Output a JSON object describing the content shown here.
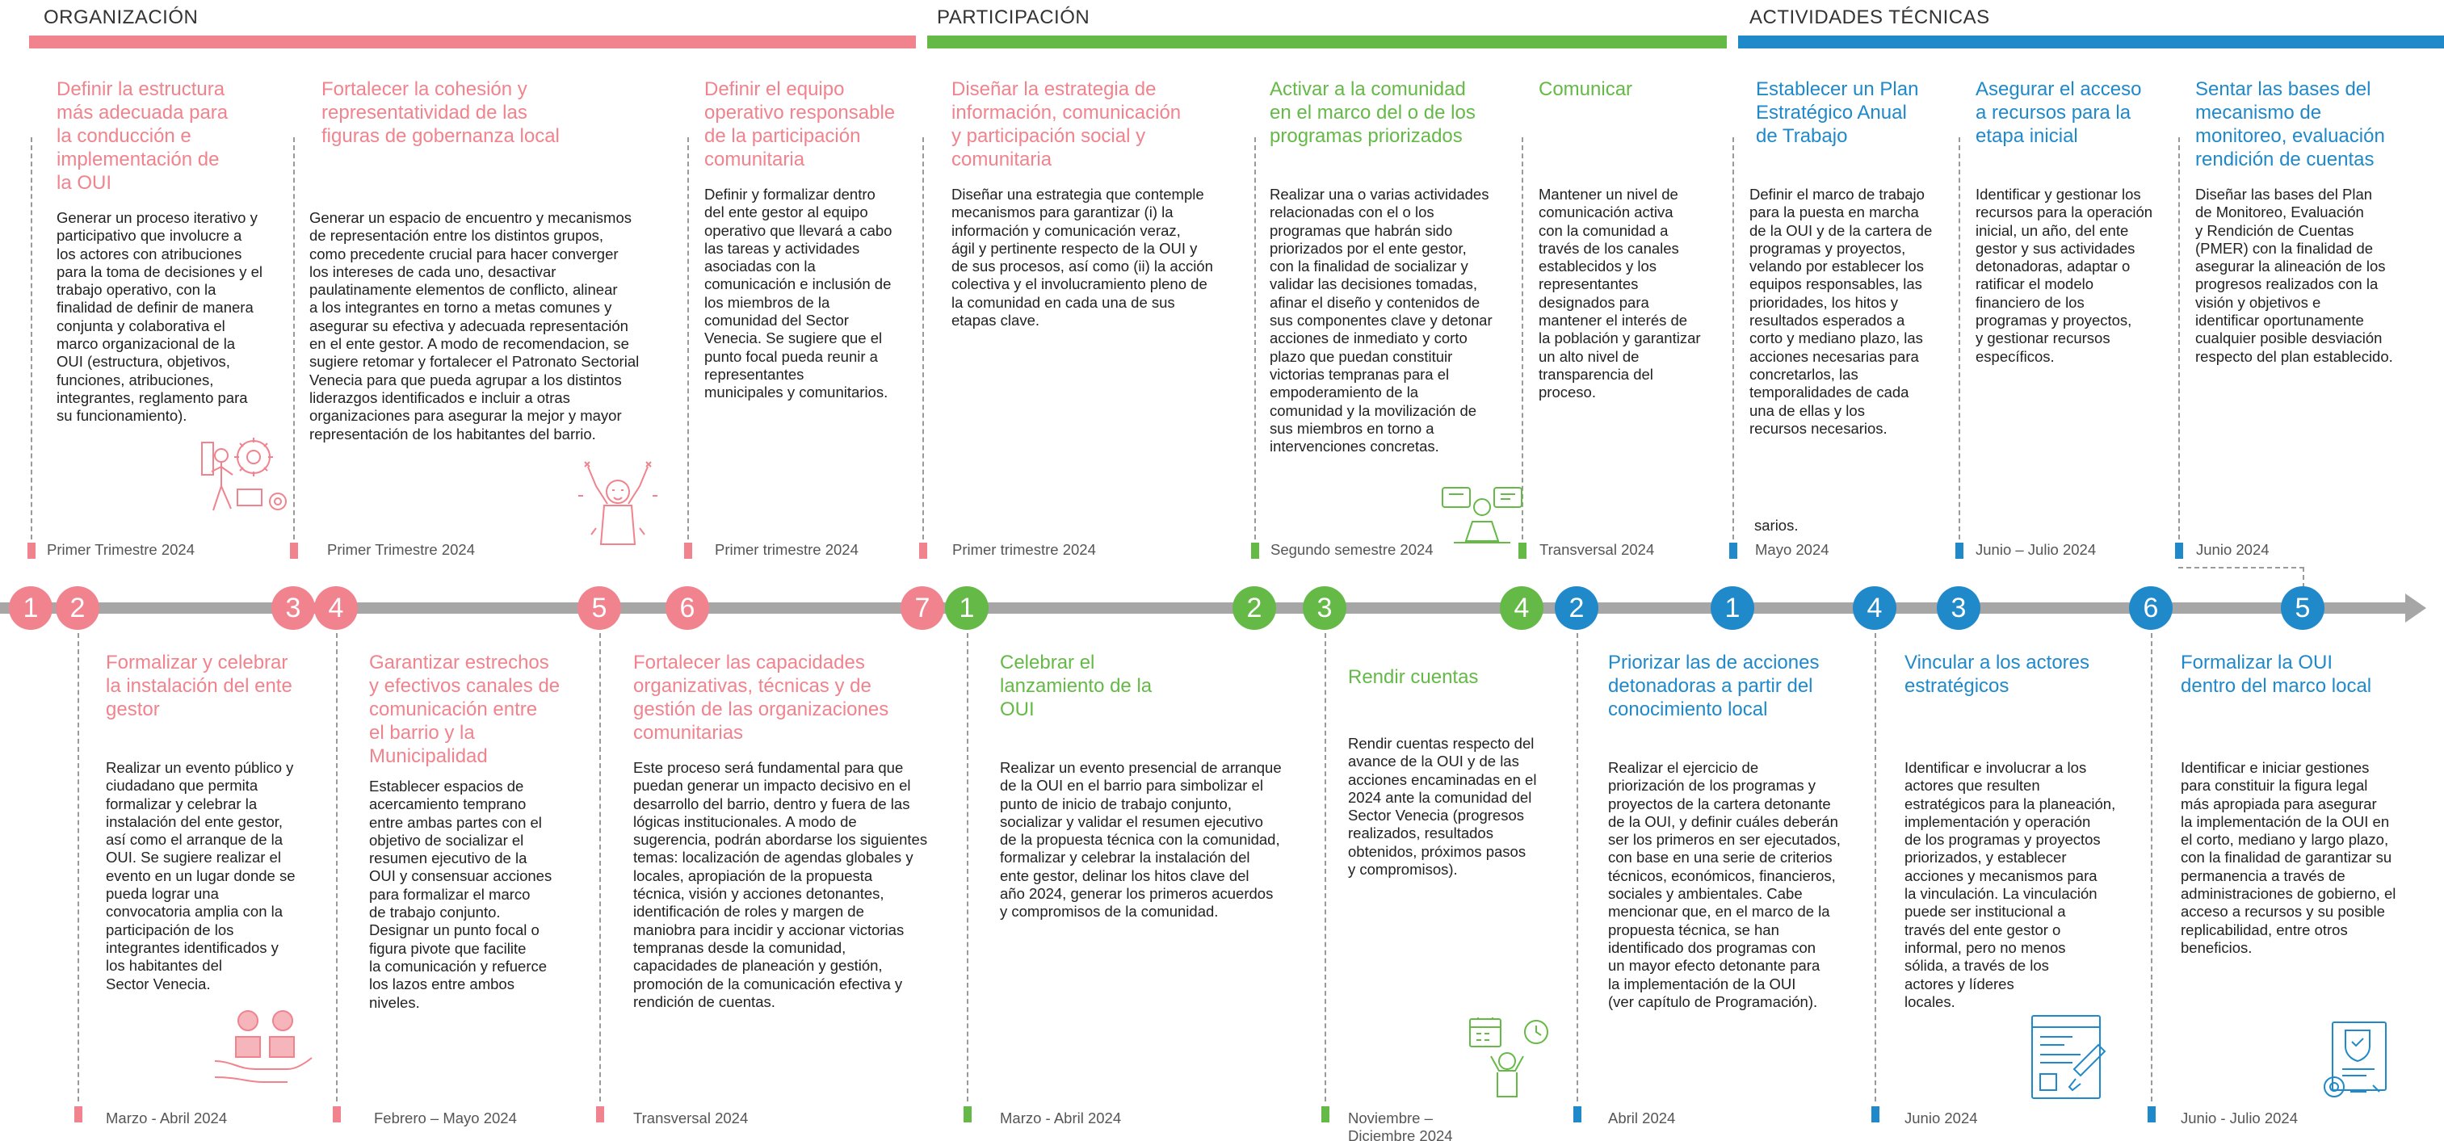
{
  "sections": [
    {
      "title": "ORGANIZACIÓN",
      "color": "#f0838d"
    },
    {
      "title": "PARTICIPACIÓN",
      "color": "#65b947"
    },
    {
      "title": "ACTIVIDADES TÉCNICAS",
      "color": "#2089c9"
    }
  ],
  "top": [
    {
      "number": "1",
      "title": "Definir la estructura\nmás adecuada para\nla conducción e\nimplementación de\nla OUI",
      "desc": "Generar un proceso iterativo y\nparticipativo que involucre a\nlos actores con atribuciones\npara la toma de decisiones y el\ntrabajo operativo, con la\nfinalidad de definir de manera\nconjunta y colaborativa el\nmarco organizacional de la\nOUI (estructura, objetivos,\nfunciones, atribuciones,\nintegrantes, reglamento para\nsu funcionamiento).",
      "date": "Primer Trimestre 2024"
    },
    {
      "number": "3",
      "title": "Fortalecer la cohesión y\nrepresentatividad de las\nfiguras de gobernanza local",
      "desc": "Generar un espacio de encuentro y mecanismos\nde representación entre los distintos grupos,\ncomo precedente crucial para hacer converger\nlos intereses de cada uno, desactivar\npaulatinamente elementos de conflicto, alinear\na los integrantes en torno a metas comunes y\nasegurar su efectiva y adecuada representación\nen el ente gestor. A modo de recomendacion, se\nsugiere retomar y fortalecer el Patronato Sectorial\nVenecia para que pueda agrupar a los distintos\nliderazgos identificados e incluir a otras\norganizaciones para asegurar la mejor y mayor\nrepresentación de los habitantes del barrio.",
      "date": "Primer Trimestre 2024"
    },
    {
      "number": "6",
      "title": "Definir el equipo\noperativo responsable\nde la participación\ncomunitaria",
      "desc": "Definir y formalizar dentro\ndel ente gestor al equipo\noperativo que llevará a cabo\nlas tareas y actividades\nasociadas con la\ncomunicación e inclusión de\nlos miembros de la\ncomunidad del Sector\nVenecia. Se sugiere que el\npunto focal pueda reunir a\nrepresentantes\nmunicipales y comunitarios.",
      "date": "Primer trimestre 2024"
    },
    {
      "number": "7",
      "title": "Diseñar la estrategia de\ninformación, comunicación\ny participación social y\ncomunitaria",
      "desc": "Diseñar una estrategia que contemple\nmecanismos para garantizar (i) la\ninformación y comunicación veraz,\nágil y pertinente respecto de la OUI y\nde sus procesos, así como (ii) la acción\ncolectiva y el involucramiento pleno de\nla comunidad en cada una de sus\netapas clave.",
      "date": "Primer trimestre 2024"
    },
    {
      "number": "2",
      "title": "Activar a la comunidad\nen el marco del o de los\nprogramas priorizados",
      "desc": "Realizar una o varias actividades\nrelacionadas con el o los\nprogramas que habrán sido\npriorizados por el ente gestor,\ncon la finalidad de socializar y\nvalidar las decisiones tomadas,\nafinar el diseño y contenidos de\nsus componentes clave y detonar\nacciones de inmediato y corto\nplazo que puedan constituir\nvictorias tempranas para el\nempoderamiento de la\ncomunidad y la movilización de\nsus miembros en torno a\nintervenciones concretas.",
      "date": "Segundo semestre 2024"
    },
    {
      "number": "4",
      "title": "Comunicar",
      "desc": "Mantener un nivel de\ncomunicación activa\ncon la comunidad a\ntravés de los canales\nestablecidos y los\nrepresentantes\ndesignados para\nmantener el interés de\nla población y garantizar\nun alto nivel de\ntransparencia del\nproceso.",
      "date": "Transversal 2024"
    },
    {
      "number": "1",
      "title": "Establecer un Plan\nEstratégico Anual\nde Trabajo",
      "desc": "Definir el marco de trabajo\npara la puesta en marcha\nde la OUI y de la cartera de\nprogramas y proyectos,\nvelando por establecer los\nequipos responsables, las\nprioridades, los hitos y\nresultados esperados a\ncorto y mediano plazo, las\nacciones necesarias para\nconcretarlos, las\ntemporalidades de cada\nuna de ellas y los\nrecursos necesarios.",
      "date": "Mayo 2024"
    },
    {
      "number": "3",
      "title": "Asegurar el acceso\na recursos para la\netapa inicial",
      "desc": "Identificar y gestionar los\nrecursos para la operación\ninicial, un año, del ente\ngestor y sus actividades\ndetonadoras, adaptar o\nratificar el modelo\nfinanciero de los\nprogramas y proyectos,\ny gestionar recursos\nespecíficos.",
      "date": "Junio – Julio 2024"
    },
    {
      "number": "5",
      "title": "Sentar las bases del\nmecanismo de\nmonitoreo, evaluación\nrendición de cuentas",
      "desc": "Diseñar las bases del Plan\nde Monitoreo, Evaluación\ny Rendición de Cuentas\n(PMER) con la finalidad de\nasegurar la alineación de los\nprogresos realizados con la\nvisión y objetivos e\nidentificar oportunamente\ncualquier posible desviación\nrespecto del plan establecido.",
      "date": "Junio 2024"
    }
  ],
  "bottom": [
    {
      "number": "2",
      "title": "Formalizar y celebrar\nla instalación del ente\ngestor",
      "desc": "Realizar un evento público y\nciudadano que permita\nformalizar y celebrar la\ninstalación del ente gestor,\nasí como el arranque de la\nOUI. Se sugiere realizar el\nevento en un lugar donde se\npueda lograr una\nconvocatoria amplia con la\nparticipación de los\nintegrantes identificados y\nlos habitantes del\nSector Venecia.",
      "date": "Marzo - Abril 2024"
    },
    {
      "number": "4",
      "title": "Garantizar estrechos\ny efectivos canales de\ncomunicación entre\nel barrio y la\nMunicipalidad",
      "desc": "Establecer espacios de\nacercamiento temprano\nentre ambas partes con el\nobjetivo de socializar el\nresumen ejecutivo de la\nOUI y consensuar acciones\npara formalizar el marco\nde trabajo conjunto.\nDesignar un punto focal o\nfigura pivote que facilite\nla comunicación y refuerce\nlos lazos entre ambos\nniveles.",
      "date": "Febrero – Mayo 2024"
    },
    {
      "number": "5",
      "title": "Fortalecer las capacidades\norganizativas, técnicas y de\ngestión de las organizaciones\ncomunitarias",
      "desc": "Este proceso será fundamental para que\npuedan generar un impacto decisivo en el\ndesarrollo del barrio, dentro y fuera de las\nlógicas institucionales. A modo de\nsugerencia, podrán abordarse los siguientes\ntemas: localización de agendas globales y\nlocales, apropiación de la propuesta\ntécnica, visión y acciones detonantes,\nidentificación de roles y margen de\nmaniobra para incidir y accionar victorias\ntempranas desde la comunidad,\ncapacidades de planeación y gestión,\npromoción de la comunicación efectiva y\nrendición de cuentas.",
      "date": "Transversal 2024"
    },
    {
      "number": "1",
      "title": "Celebrar el\nlanzamiento de la\nOUI",
      "desc": "Realizar un evento presencial de arranque\nde la OUI en el barrio para simbolizar el\npunto de inicio de trabajo conjunto,\nsocializar y validar el resumen ejecutivo\nde la propuesta técnica con la comunidad,\nformalizar y celebrar la instalación del\nente gestor, delinar los hitos clave del\naño 2024, generar los primeros acuerdos\ny compromisos de la comunidad.",
      "date": "Marzo - Abril 2024"
    },
    {
      "number": "3",
      "title": "Rendir cuentas",
      "desc": "Rendir cuentas respecto del\navance de la OUI y de las\nacciones encaminadas en el\n2024 ante la comunidad del\nSector Venecia (progresos\nrealizados, resultados\nobtenidos, próximos pasos\ny compromisos).",
      "date": "Noviembre –\nDiciembre 2024"
    },
    {
      "number": "2",
      "title": "Priorizar las de acciones\ndetonadoras a partir del\nconocimiento local",
      "desc": "Realizar el ejercicio de\npriorización de los programas y\nproyectos de la cartera detonante\nde la OUI, y definir cuáles deberán\nser los primeros en ser ejecutados,\ncon base en una serie de criterios\ntécnicos, económicos, financieros,\nsociales y ambientales. Cabe\nmencionar que, en el marco de la\npropuesta técnica, se han\nidentificado dos programas con\nun mayor efecto detonante para\nla implementación de la OUI\n(ver capítulo de Programación).",
      "date": "Abril 2024"
    },
    {
      "number": "4",
      "title": "Vincular a los actores\nestratégicos",
      "desc": "Identificar e involucrar a los\nactores que resulten\nestratégicos para la planeación,\nimplementación y operación\nde los programas y proyectos\npriorizados, y establecer\nacciones y mecanismos para\nla vinculación. La vinculación\npuede ser institucional a\ntravés del ente gestor o\ninformal, pero no menos\nsólida, a través de los\nactores y líderes\nlocales.",
      "date": "Junio 2024"
    },
    {
      "number": "6",
      "title": "Formalizar la OUI\ndentro del marco local",
      "desc": "Identificar e iniciar gestiones\npara constituir la figura legal\nmás apropiada para asegurar\nla implementación de la OUI en\nel corto, mediano y largo plazo,\ncon la finalidad de garantizar su\npermanencia a través de\nadministraciones de gobierno, el\nacceso a recursos y su posible\nreplicabilidad, entre otros\nbeneficios.",
      "date": "Junio - Julio 2024"
    }
  ],
  "stray_text": "sarios.",
  "icons": [
    "team-gears-icon",
    "celebrating-person-icon",
    "handshake-hands-icon",
    "laptop-person-icon",
    "calendar-clock-person-icon",
    "document-tools-icon",
    "certificate-shield-icon"
  ]
}
